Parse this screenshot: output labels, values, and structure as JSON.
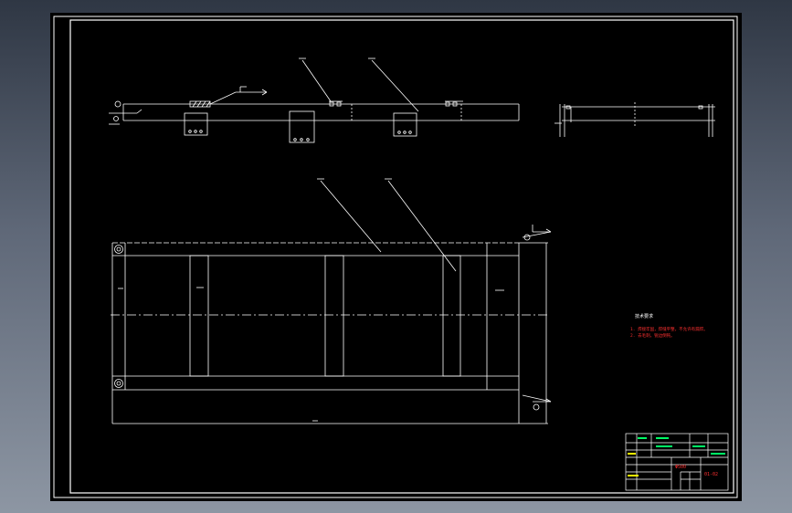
{
  "drawing": {
    "background": "#000000",
    "line_color": "#ffffff",
    "accent_red": "#ff3030",
    "accent_green": "#00ff66",
    "accent_yellow": "#ffff00",
    "notes_title": "技术要求",
    "notes": [
      "1. 焊接牢固，焊缝平整，不允许有漏焊。",
      "2. 去毛刺，锐边倒钝。"
    ]
  },
  "title_block": {
    "part_name": "Φ500",
    "drawing_no": "01-02"
  }
}
